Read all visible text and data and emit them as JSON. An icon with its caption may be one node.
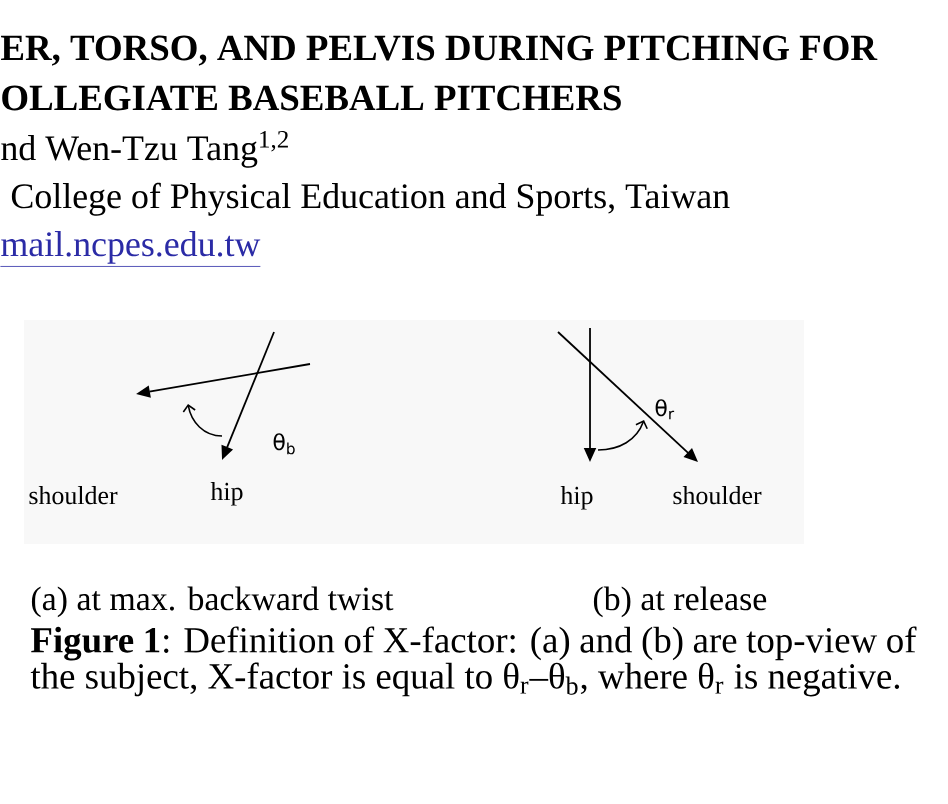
{
  "diagram": {
    "labels": [
      "ER, TORSO, AND PELVIS DURING PITCHING FOR",
      "OLLEGIATE BASEBALL PITCHERS",
      "nd Wen-Tzu Tang$^{1,2}$",
      "College of Physical Education and Sports, Taiwan",
      "mail.ncpes.edu.tw",
      "θ$_{b}$",
      "θ$_{r}$",
      "shoulder",
      "hip",
      "hip",
      "shoulder",
      "(a) at max. backward twist",
      "(b) at release"
    ],
    "caption": "**Figure 1**: Definition of X-factor: (a) and (b) are top-view of the subject, X-factor is equal to θ$_{r}$–θ$_{b}$, where θ$_{r}$ is negative."
  }
}
